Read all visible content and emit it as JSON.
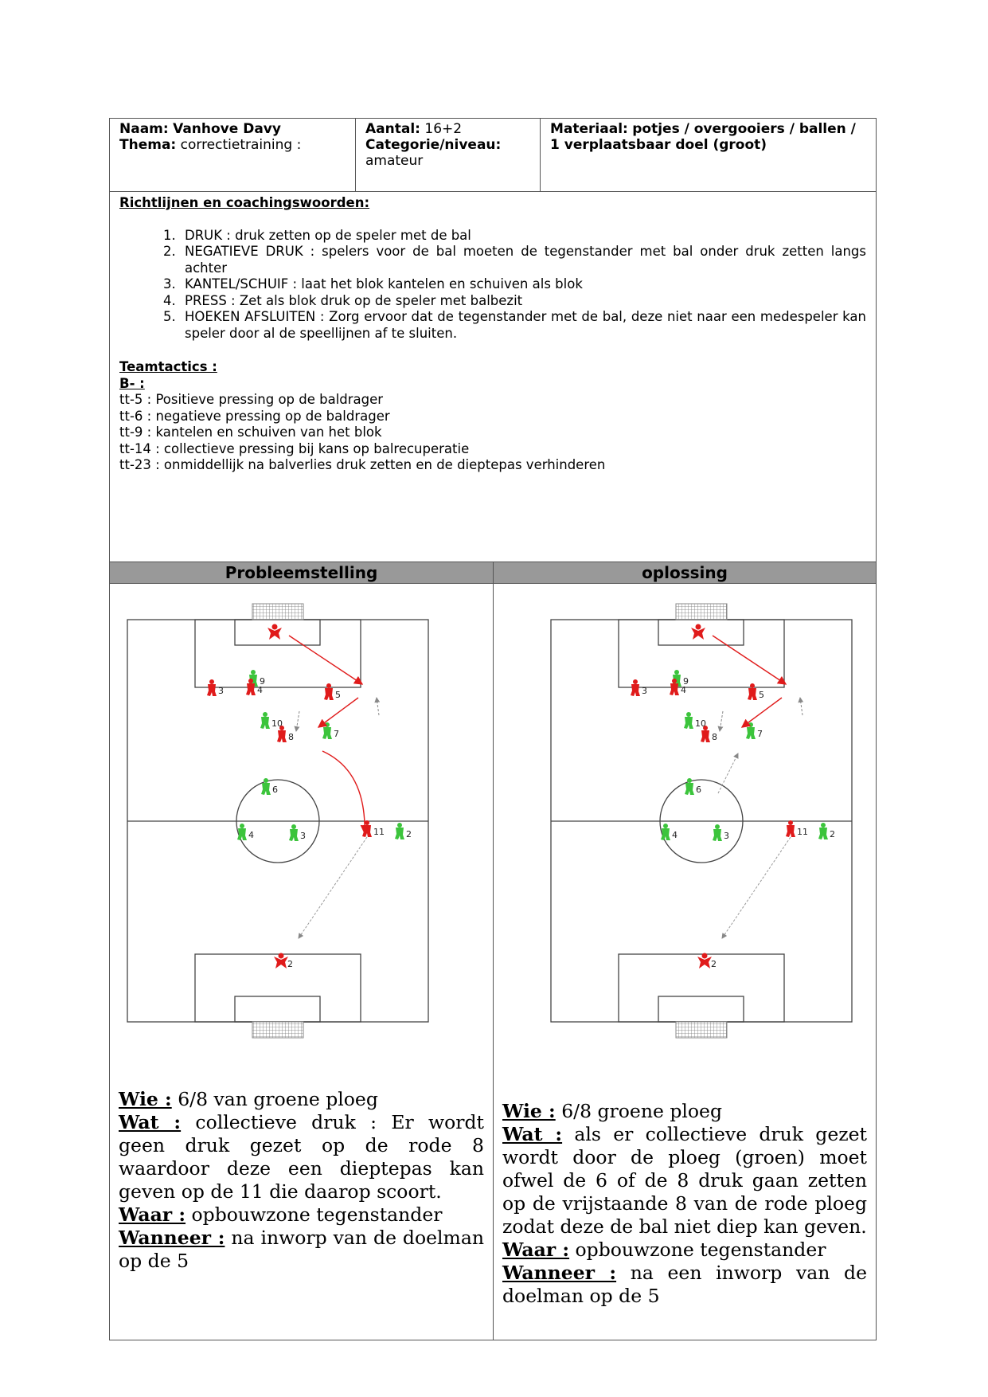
{
  "header": {
    "naam_label": "Naam:",
    "naam_value": "Vanhove Davy",
    "thema_label": "Thema:",
    "thema_value": "correctietraining :",
    "aantal_label": "Aantal:",
    "aantal_value": "16+2",
    "categorie_label": "Categorie/niveau:",
    "categorie_value": "amateur",
    "materiaal_label": "Materiaal:",
    "materiaal_value": "potjes / overgooiers / ballen / 1 verplaatsbaar doel (groot)"
  },
  "guidelines": {
    "title": "Richtlijnen en coachingswoorden:",
    "items": [
      "DRUK : druk zetten op de speler met de bal",
      "NEGATIEVE DRUK : spelers voor de bal moeten de tegenstander met bal onder druk zetten langs achter",
      "KANTEL/SCHUIF : laat het blok kantelen en schuiven als blok",
      "PRESS : Zet als blok druk op de speler met balbezit",
      "HOEKEN AFSLUITEN : Zorg ervoor dat de tegenstander met de bal, deze niet naar een medespeler kan speler door al de speellijnen af te sluiten."
    ],
    "teamtactics_title": "Teamtactics :",
    "phase_title": "B- :",
    "tactics": [
      "tt-5 : Positieve pressing op de baldrager",
      "tt-6 : negatieve pressing op de baldrager",
      "tt-9 : kantelen en schuiven van het blok",
      "tt-14 : collectieve pressing bij kans op balrecuperatie",
      "tt-23 : onmiddellijk na balverlies druk zetten en de dieptepas verhinderen"
    ]
  },
  "problem": {
    "heading": "Probleemstelling",
    "wie_label": "Wie :",
    "wie_text": "6/8 van groene ploeg",
    "wat_label": "Wat :",
    "wat_text": "collectieve druk : Er wordt geen druk gezet op de rode 8 waardoor deze een dieptepas kan geven op de 11 die daarop scoort.",
    "waar_label": "Waar :",
    "waar_text": "opbouwzone tegenstander",
    "wanneer_label": "Wanneer :",
    "wanneer_text": "na inworp van de doelman op de 5"
  },
  "solution": {
    "heading": "oplossing",
    "wie_label": "Wie :",
    "wie_text": "6/8 groene ploeg",
    "wat_label": "Wat :",
    "wat_text": "als er collectieve druk gezet wordt door de ploeg (groen) moet ofwel de 6 of de 8 druk gaan zetten op de vrijstaande 8 van de rode ploeg zodat deze de bal niet diep kan geven.",
    "waar_label": "Waar :",
    "waar_text": "opbouwzone tegenstander",
    "wanneer_label": "Wanneer :",
    "wanneer_text": "na een inworp van de doelman op de 5"
  },
  "diagram": {
    "colors": {
      "red": "#e01b1b",
      "green": "#3cc43c",
      "line": "#444444"
    },
    "player_labels": {
      "red_gk": "",
      "red_3": "3",
      "red_4": "4",
      "red_5": "5",
      "red_8": "8",
      "red_11": "11",
      "green_9": "9",
      "green_10": "10",
      "green_7": "7",
      "green_6": "6",
      "green_4": "4",
      "green_3": "3",
      "green_2": "2",
      "green_gk": "2"
    }
  }
}
